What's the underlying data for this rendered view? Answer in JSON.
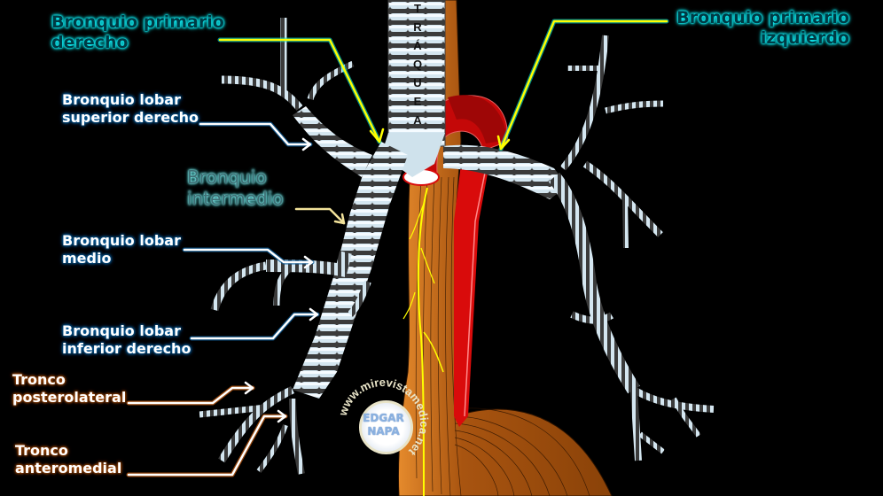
{
  "title": "Anatomía del árbol bronquial derecho e izquierdo",
  "trachea": {
    "letters": [
      "T",
      "R",
      "Á",
      "Q",
      "U",
      "E",
      "A"
    ]
  },
  "labels": {
    "right_primary_bronchus": [
      "Bronquio primario",
      "derecho"
    ],
    "left_primary_bronchus": [
      "Bronquio primario",
      "izquierdo"
    ],
    "right_upper_lobe_bronchus": [
      "Bronquio lobar",
      "superior derecho"
    ],
    "intermediate_bronchus": [
      "Bronquio",
      "intermedio"
    ],
    "middle_lobe_bronchus": [
      "Bronquio lobar",
      "medio"
    ],
    "right_lower_lobe_bronchus": [
      "Bronquio lobar",
      "inferior derecho"
    ],
    "posterolateral_trunk": [
      "Tronco",
      "posterolateral"
    ],
    "anteromedial_trunk": [
      "Tronco",
      "anteromedial"
    ]
  },
  "watermark": {
    "ring_text": "www.mirevistamedica.net",
    "center_line1": "EDGAR",
    "center_line2": "NAPA"
  },
  "colors": {
    "background": "#000000",
    "cartilage": "#d6e8f2",
    "membrane": "#3a3a3a",
    "aorta": "#d90b0b",
    "aorta_dark": "#a80808",
    "esophagus": "#b45a10",
    "nerve": "#ffff00",
    "primary_label_glow": "#11e8ef",
    "lobar_label_glow": "#0b5a96",
    "trunk_label_glow": "#b5530c",
    "pointer_yellow": "#ffff00",
    "pointer_white": "#ffffff"
  }
}
